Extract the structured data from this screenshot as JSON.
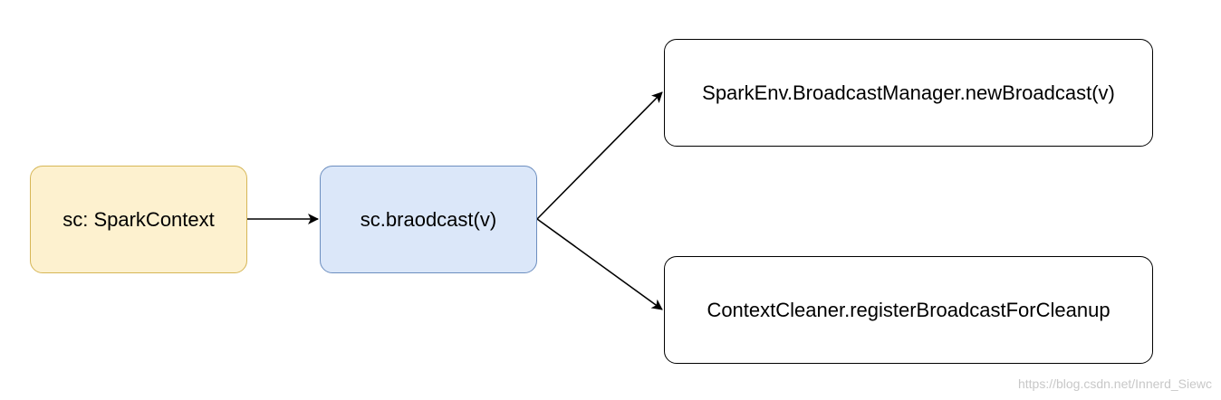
{
  "nodes": {
    "spark_context": "sc: SparkContext",
    "broadcast": "sc.braodcast(v)",
    "new_broadcast": "SparkEnv.BroadcastManager.newBroadcast(v)",
    "context_cleaner": "ContextCleaner.registerBroadcastForCleanup"
  },
  "edges": [
    {
      "from": "spark_context",
      "to": "broadcast"
    },
    {
      "from": "broadcast",
      "to": "new_broadcast"
    },
    {
      "from": "broadcast",
      "to": "context_cleaner"
    }
  ],
  "colors": {
    "spark_context_fill": "#fdf1cf",
    "spark_context_border": "#d6b656",
    "broadcast_fill": "#dbe7f9",
    "broadcast_border": "#6c8ebf",
    "plain_fill": "#ffffff",
    "plain_border": "#000000",
    "edge": "#000000"
  },
  "watermark": "https://blog.csdn.net/Innerd_Siewc"
}
